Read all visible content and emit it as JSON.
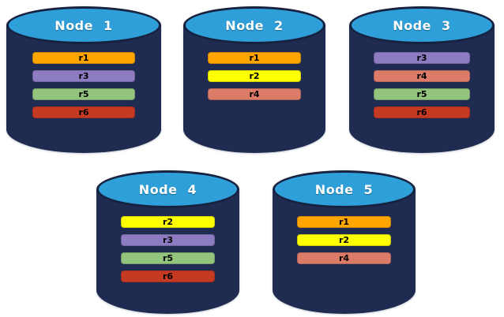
{
  "diagram": {
    "type": "database-node-replication-diagram",
    "background_color": "#FFFFFF",
    "cylinder_style": {
      "body_color": "#1F2B50",
      "top_ellipse_color": "#2E9FD8",
      "outline_color": "#16223F",
      "title_text_color": "#FFFFFF"
    },
    "record_colors": {
      "r1": "#FFA500",
      "r2": "#FFFF00",
      "r3": "#8E7CC3",
      "r4": "#DC7B68",
      "r5": "#93C47D",
      "r6": "#C53A22"
    },
    "nodes": [
      {
        "label": "Node 1",
        "records": [
          "r1",
          "r3",
          "r5",
          "r6"
        ]
      },
      {
        "label": "Node 2",
        "records": [
          "r1",
          "r2",
          "r4"
        ]
      },
      {
        "label": "Node 3",
        "records": [
          "r3",
          "r4",
          "r5",
          "r6"
        ]
      },
      {
        "label": "Node 4",
        "records": [
          "r2",
          "r3",
          "r5",
          "r6"
        ]
      },
      {
        "label": "Node 5",
        "records": [
          "r1",
          "r2",
          "r4"
        ]
      }
    ]
  }
}
